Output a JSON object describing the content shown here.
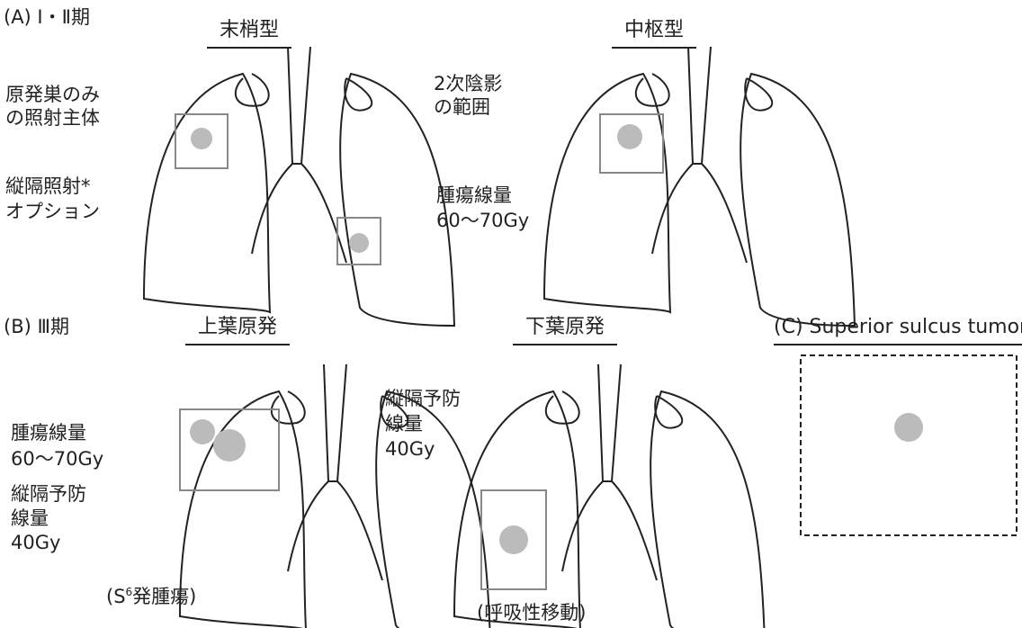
{
  "panelA": {
    "label": "(A) Ⅰ・Ⅱ期",
    "title_peripheral": "末梢型",
    "title_central": "中枢型",
    "note_primary_1": "原発巣のみ",
    "note_primary_2": "の照射主体",
    "note_mediastinal_1": "縦隔照射*",
    "note_mediastinal_2": "オプション",
    "note_shadow_1": "2次陰影",
    "note_shadow_2": "の範囲",
    "note_dose_1": "腫瘍線量",
    "note_dose_2": "60〜70Gy"
  },
  "panelB": {
    "label": "(B) Ⅲ期",
    "title_upper": "上葉原発",
    "title_lower": "下葉原発",
    "note_dose_1": "腫瘍線量",
    "note_dose_2": "60〜70Gy",
    "note_prevent_1": "縦隔予防",
    "note_prevent_2": "線量",
    "note_prevent_3": "40Gy",
    "note_prevent_lower_1": "縦隔予防",
    "note_prevent_lower_2": "線量",
    "note_prevent_lower_3": "40Gy",
    "note_s6_prefix": "(S",
    "note_s6_sup": "6",
    "note_s6_suffix": "発腫瘍)",
    "note_resp": "(呼吸性移動)"
  },
  "panelC": {
    "label": "(C) Superior sulcus tumor"
  }
}
